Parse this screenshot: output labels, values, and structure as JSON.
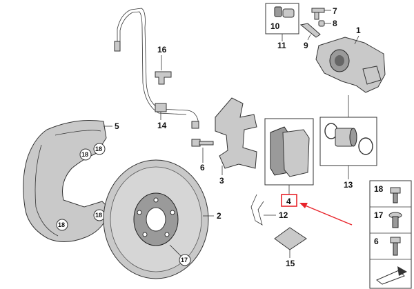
{
  "diagram": {
    "callouts": {
      "c1": "1",
      "c2": "2",
      "c3": "3",
      "c4": "4",
      "c5": "5",
      "c6": "6",
      "c7": "7",
      "c8": "8",
      "c9": "9",
      "c10": "10",
      "c11": "11",
      "c12": "12",
      "c13": "13",
      "c14": "14",
      "c15": "15",
      "c16": "16"
    },
    "circled": {
      "r17": "17",
      "r18a": "18",
      "r18b": "18",
      "r18c": "18",
      "r18d": "18"
    },
    "legend": {
      "l18": "18",
      "l17": "17",
      "l6": "6"
    },
    "highlight_color": "#e8232a"
  }
}
